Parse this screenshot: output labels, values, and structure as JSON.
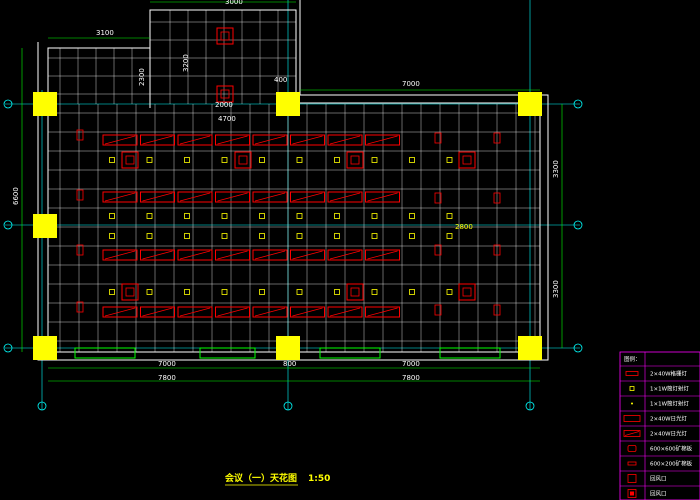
{
  "drawing": {
    "title": "会议（一）天花图",
    "scale": "1:50"
  },
  "dimensions": {
    "top_left": "3100",
    "top_mid": "3000",
    "top_right": "7000",
    "mid_left_vertical": "2300",
    "small_a": "400",
    "small_b": "4700",
    "small_c": "2000",
    "small_d": "3200",
    "left_vertical": "6600",
    "right_upper": "3300",
    "right_lower": "3300",
    "center_note": "2800",
    "bottom_left": "7000",
    "bottom_mid": "800",
    "bottom_right": "7000",
    "total_left": "7800",
    "total_right": "7800"
  },
  "legend": {
    "header": "图例：",
    "items": [
      {
        "label": "2×40W格栅灯",
        "symbol": "grille"
      },
      {
        "label": "1×1W筒灯射灯",
        "symbol": "small-square"
      },
      {
        "label": "1×1W筒灯射灯",
        "symbol": "dot"
      },
      {
        "label": "2×40W日光灯",
        "symbol": "red-rect"
      },
      {
        "label": "2×40W日光灯",
        "symbol": "red-slash"
      },
      {
        "label": "600×600矿棉板",
        "symbol": "rounded"
      },
      {
        "label": "600×200矿棉板",
        "symbol": "thin-rect"
      },
      {
        "label": "回风口",
        "symbol": "red-square"
      },
      {
        "label": "回风口",
        "symbol": "red-square-inner"
      }
    ]
  },
  "colors": {
    "background": "#000000",
    "grid": "#ffffff",
    "red": "#ff0000",
    "yellow": "#ffff00",
    "green": "#00ff00",
    "cyan": "#00ffff",
    "magenta": "#ff00ff"
  }
}
